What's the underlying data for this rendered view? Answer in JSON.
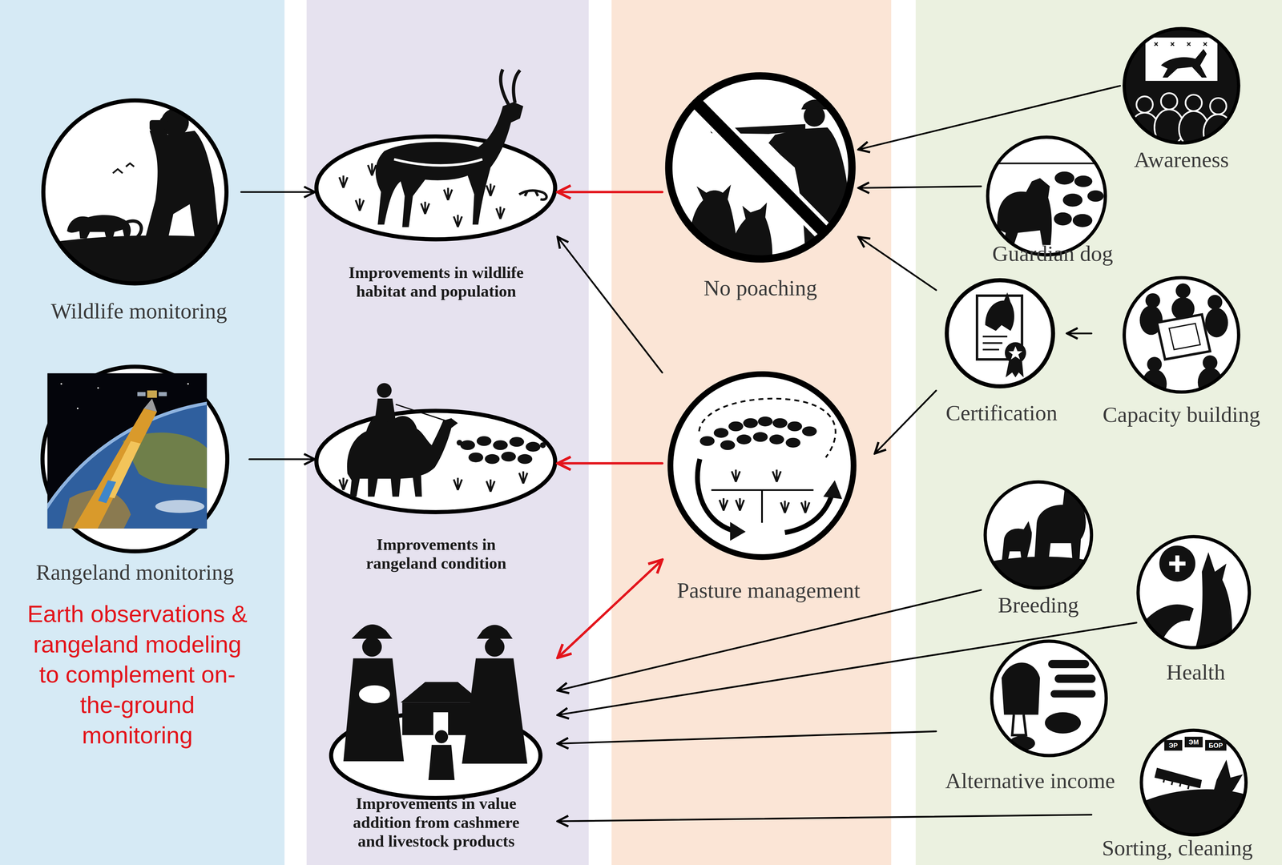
{
  "diagram": {
    "nodes": [
      {
        "text": [
          "Wildlife monitoring"
        ]
      },
      {
        "text": [
          "Rangeland monitoring"
        ]
      },
      {
        "text": [
          "Improvements in wildlife habitat and population"
        ]
      },
      {
        "text": [
          "Improvements in rangeland condition"
        ]
      },
      {
        "text": [
          "Improvements in value addition from cashmere and livestock products"
        ]
      },
      {
        "text": [
          "No poaching"
        ]
      },
      {
        "text": [
          "Pasture management"
        ]
      },
      {
        "text": [
          "Awareness"
        ]
      },
      {
        "text": [
          "Guardian dog"
        ]
      },
      {
        "text": [
          "Certification"
        ]
      },
      {
        "text": [
          "Capacity building"
        ]
      },
      {
        "text": [
          "Breeding"
        ]
      },
      {
        "text": [
          "Health"
        ]
      },
      {
        "text": [
          "Alternative income"
        ]
      },
      {
        "text": [
          "Sorting, cleaning"
        ]
      }
    ],
    "edges": [
      {
        "from": 0,
        "to": 2,
        "arrow": "to"
      },
      {
        "from": 1,
        "to": 3,
        "arrow": "to"
      },
      {
        "from": 5,
        "to": 2,
        "arrow": "to"
      },
      {
        "from": 6,
        "to": 2,
        "arrow": "to"
      },
      {
        "from": 6,
        "to": 3,
        "arrow": "to"
      },
      {
        "from": 6,
        "to": 4,
        "arrow": "both"
      },
      {
        "from": 7,
        "to": 5,
        "arrow": "to"
      },
      {
        "from": 8,
        "to": 5,
        "arrow": "to"
      },
      {
        "from": 9,
        "to": 5,
        "arrow": "to"
      },
      {
        "from": 10,
        "to": 9,
        "arrow": "to"
      },
      {
        "from": 9,
        "to": 6,
        "arrow": "to"
      },
      {
        "from": 11,
        "to": 4,
        "arrow": "to"
      },
      {
        "from": 12,
        "to": 4,
        "arrow": "to"
      },
      {
        "from": 13,
        "to": 4,
        "arrow": "to"
      },
      {
        "from": 14,
        "to": 4,
        "arrow": "to"
      }
    ],
    "labels": [
      "Earth observations & rangeland modeling to complement on-the-ground monitoring",
      "ЭР",
      "ЭМ",
      "БОР"
    ]
  }
}
